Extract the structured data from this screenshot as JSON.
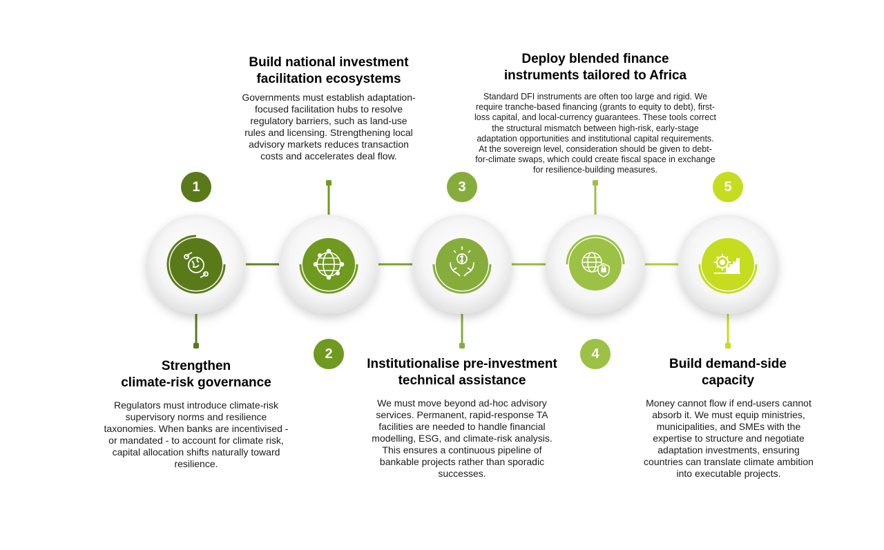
{
  "steps": [
    {
      "number": "1",
      "title_line1": "Strengthen",
      "title_line2": "climate-risk governance",
      "text": "Regulators must introduce climate-risk supervisory norms and resilience taxonomies. When banks are incentivised - or mandated - to account for climate risk, capital allocation shifts naturally toward resilience.",
      "icon": "globe-gear-icon",
      "color": "#5a7a1a"
    },
    {
      "number": "2",
      "title_line1": "Build national investment",
      "title_line2": "facilitation ecosystems",
      "text": "Governments must establish adaptation-focused facilitation hubs to resolve regulatory barriers, such as land-use rules and licensing. Strengthening local advisory markets reduces transaction costs and accelerates deal flow.",
      "icon": "network-globe-icon",
      "color": "#6f9a1f"
    },
    {
      "number": "3",
      "title_line1": "Institutionalise pre-investment",
      "title_line2": "technical assistance",
      "text": "We must move beyond ad-hoc advisory services. Permanent, rapid-response TA facilities are needed to handle financial modelling, ESG, and climate-risk analysis. This ensures a continuous pipeline of bankable projects rather than sporadic successes.",
      "icon": "hands-coin-icon",
      "color": "#86ad3c"
    },
    {
      "number": "4",
      "title_line1": "Deploy blended finance",
      "title_line2": "instruments tailored to Africa",
      "text": "Standard DFI instruments are often too large and rigid. We require tranche-based financing (grants to equity to debt), first-loss capital, and local-currency guarantees. These tools correct the structural mismatch between high-risk, early-stage adaptation opportunities and institutional capital requirements. At the sovereign level, consideration should be given to debt-for-climate swaps, which could create fiscal space in exchange for resilience-building measures.",
      "icon": "globe-lock-icon",
      "color": "#9cc145"
    },
    {
      "number": "5",
      "title_line1": "Build demand-side",
      "title_line2": "capacity",
      "text": "Money cannot flow if end-users cannot absorb it. We must equip ministries, municipalities, and SMEs with the expertise to structure and negotiate adaptation investments, ensuring countries can translate climate ambition into executable projects.",
      "icon": "gear-chart-icon",
      "color": "#c6dc1f"
    }
  ]
}
